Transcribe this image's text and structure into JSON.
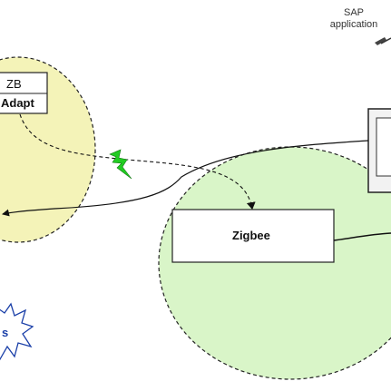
{
  "sap": {
    "line1": "SAP",
    "line2": "application"
  },
  "zb_box": {
    "line1": "ZB",
    "line2": "Adapt"
  },
  "zigbee_box": {
    "label": "Zigbee"
  },
  "burst": {
    "label": "s"
  },
  "colors": {
    "ellipse_fill": "#d9f5c8",
    "left_ellipse_fill": "#f4f3b8",
    "lightning": "#22cc22",
    "burst_stroke": "#1a3fa8"
  },
  "icons": [
    "lightning-bolt-icon",
    "explosion-burst-icon",
    "computer-monitor-icon",
    "pen-icon"
  ]
}
